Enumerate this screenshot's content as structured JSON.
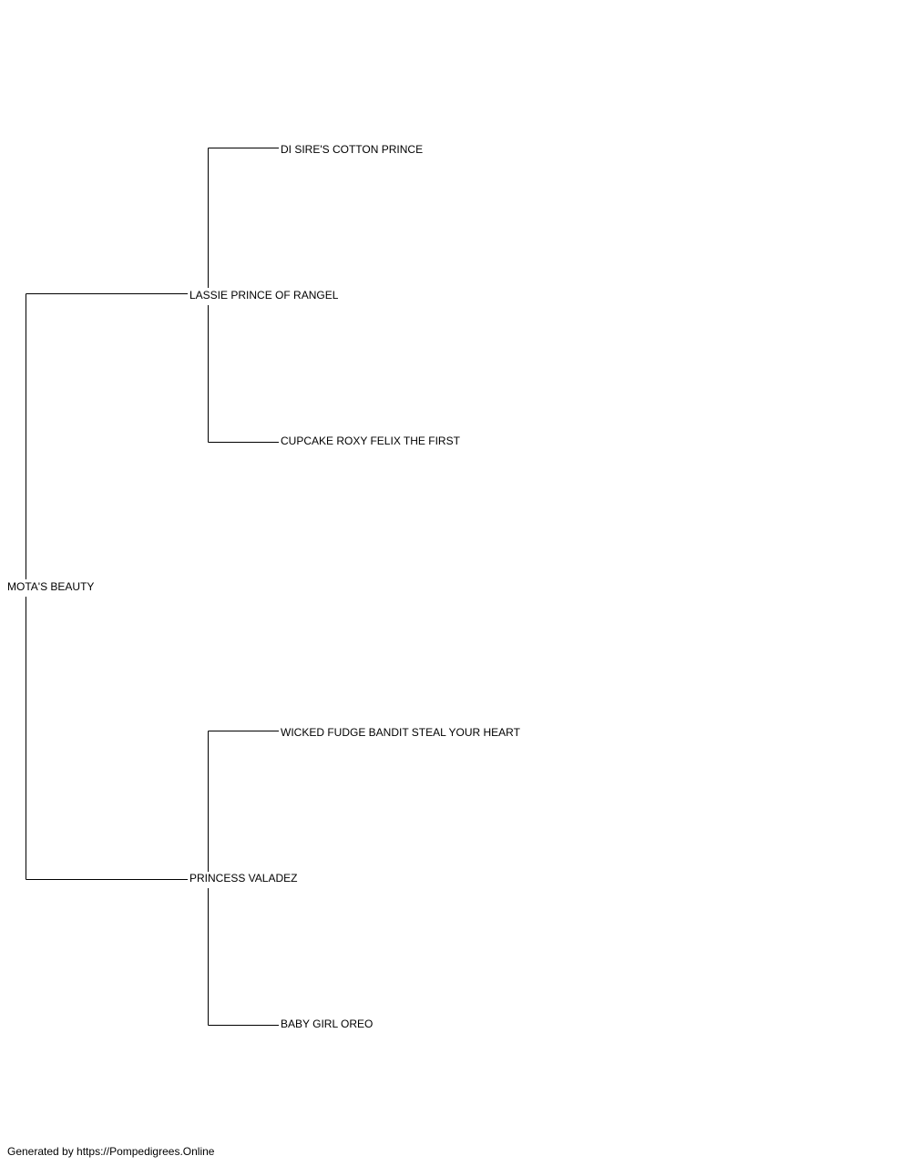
{
  "pedigree": {
    "subject": "MOTA'S BEAUTY",
    "sire": "LASSIE PRINCE OF RANGEL",
    "sire_sire": "DI SIRE'S COTTON PRINCE",
    "sire_dam": "CUPCAKE ROXY FELIX THE FIRST",
    "dam": "PRINCESS VALADEZ",
    "dam_sire": "WICKED FUDGE BANDIT STEAL YOUR HEART",
    "dam_dam": "BABY GIRL OREO"
  },
  "footer": {
    "text": "Generated by https://Pompedigrees.Online"
  }
}
